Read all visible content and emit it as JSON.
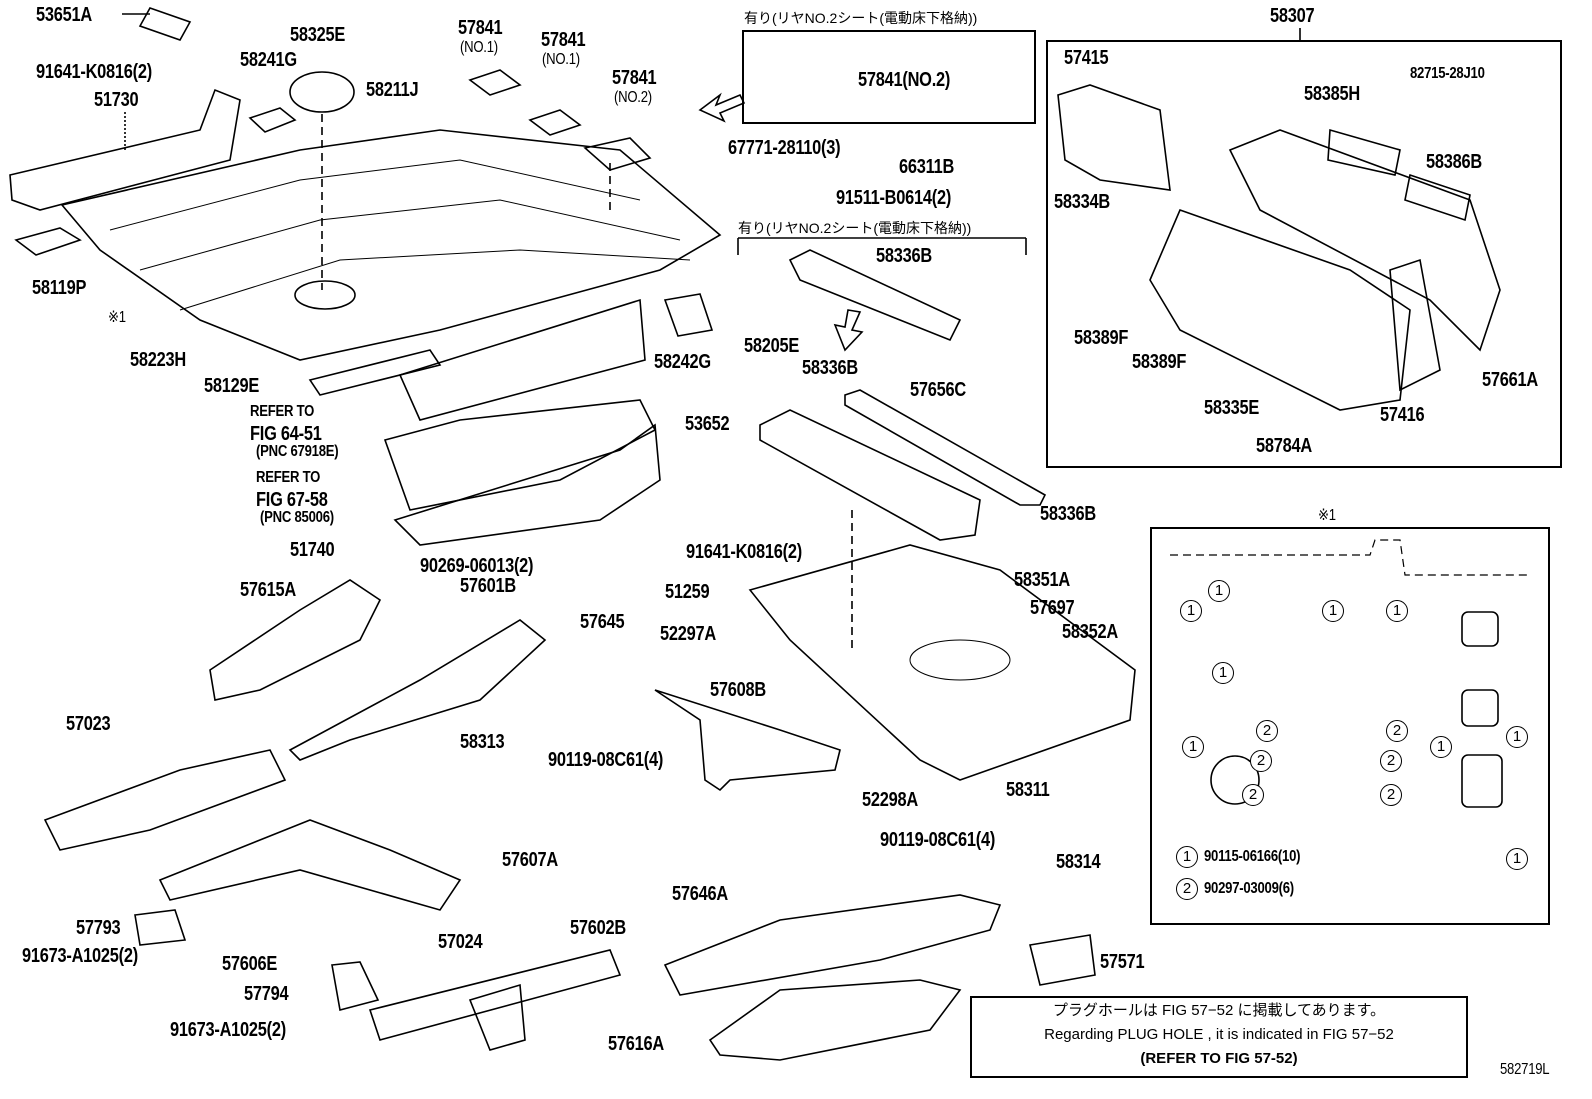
{
  "callouts": [
    "53651A",
    "91641-K0816(2)",
    "58325E",
    "58241G",
    "57841",
    "(NO.1)",
    "57841",
    "(NO.1)",
    "57841",
    "(NO.2)",
    "58211J",
    "51730",
    "58119P",
    "※1",
    "58223H",
    "58129E",
    "58242G",
    "REFER TO",
    "FIG 64-51",
    "(PNC 67918E)",
    "REFER TO",
    "FIG 67-58",
    "(PNC 85006)",
    "51740",
    "53652",
    "91641-K0816(2)",
    "90269-06013(2)",
    "51259",
    "57615A",
    "57601B",
    "57645",
    "52297A",
    "58313",
    "90119-08C61(4)",
    "57608B",
    "57023",
    "52298A",
    "90119-08C61(4)",
    "58314",
    "57607A",
    "57646A",
    "57602B",
    "57793",
    "91673-A1025(2)",
    "57606E",
    "57024",
    "57794",
    "91673-A1025(2)",
    "57571",
    "57616A",
    "58311",
    "58352A",
    "57697",
    "58351A",
    "58336B",
    "57656C",
    "58336B",
    "58205E",
    "58336B",
    "57841(NO.2)",
    "67771-28110(3)",
    "66311B",
    "91511-B0614(2)",
    "58307",
    "57415",
    "82715-28J10",
    "58385H",
    "58386B",
    "58334B",
    "58389F",
    "58389F",
    "57661A",
    "58335E",
    "57416",
    "58784A",
    "※1"
  ],
  "option_headers": [
    "有り(リヤNO.2シート(電動床下格納))",
    "有り(リヤNO.2シート(電動床下格納))"
  ],
  "fastener_box": {
    "marker_1": "1",
    "marker_2": "2",
    "legend": [
      {
        "marker": "1",
        "part": "90115-06166(10)"
      },
      {
        "marker": "2",
        "part": "90297-03009(6)"
      }
    ]
  },
  "note": {
    "line_jp": "プラグホールは FIG 57−52 に掲載してあります。",
    "line_en": "Regarding PLUG HOLE , it is indicated in FIG 57−52",
    "line_ref": "(REFER TO FIG 57-52)"
  },
  "illustration_id": "582719L"
}
